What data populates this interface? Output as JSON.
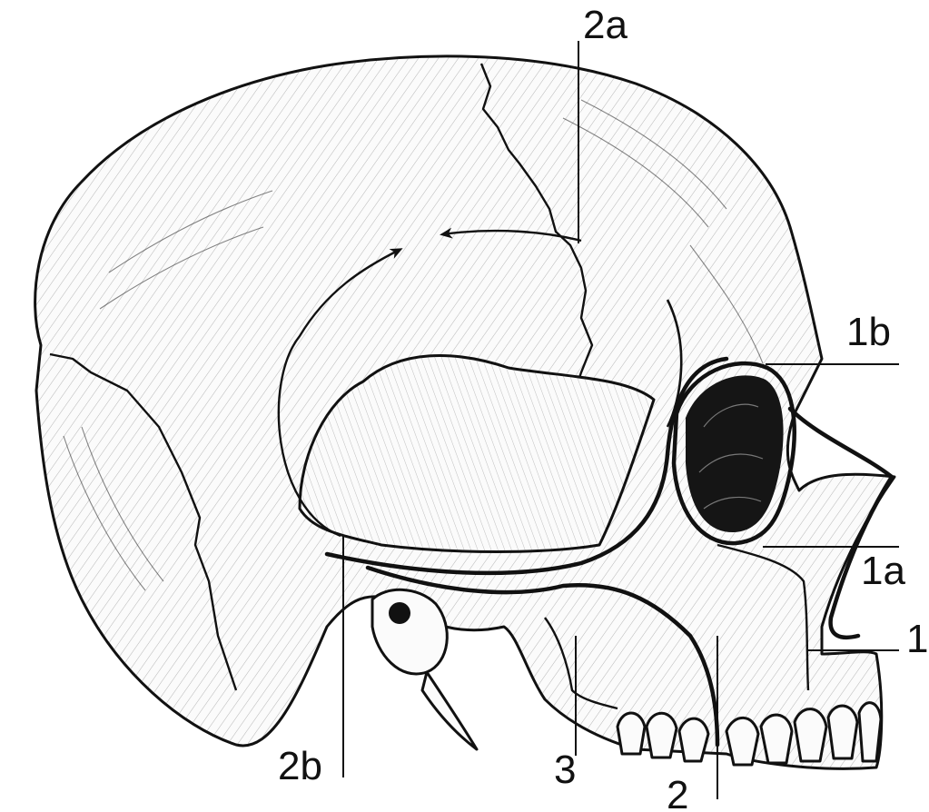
{
  "labels": {
    "l2a": "2a",
    "l1b": "1b",
    "l1a": "1a",
    "l1": "1",
    "l2b": "2b",
    "l3": "3",
    "l2": "2"
  }
}
